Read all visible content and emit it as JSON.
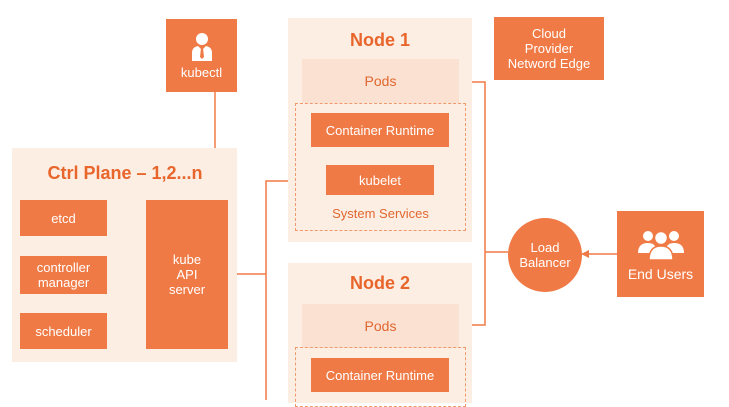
{
  "kubectl": {
    "label": "kubectl",
    "icon": "user-icon"
  },
  "ctrl_plane": {
    "title": "Ctrl Plane – 1,2...n",
    "etcd": "etcd",
    "controller_manager": "controller\nmanager",
    "scheduler": "scheduler",
    "api_server": "kube\nAPI\nserver"
  },
  "node1": {
    "title": "Node 1",
    "pods": "Pods",
    "container_runtime": "Container Runtime",
    "kubelet": "kubelet",
    "system_services": "System Services"
  },
  "node2": {
    "title": "Node 2",
    "pods": "Pods",
    "container_runtime": "Container Runtime"
  },
  "cloud_provider": {
    "label": "Cloud\nProvider\nNetword Edge"
  },
  "load_balancer": {
    "label": "Load\nBalancer"
  },
  "end_users": {
    "label": "End Users",
    "icon": "users-group-icon"
  },
  "colors": {
    "accent": "#f07a45",
    "panel": "#fdeee4",
    "pods": "#fbe1d2"
  }
}
